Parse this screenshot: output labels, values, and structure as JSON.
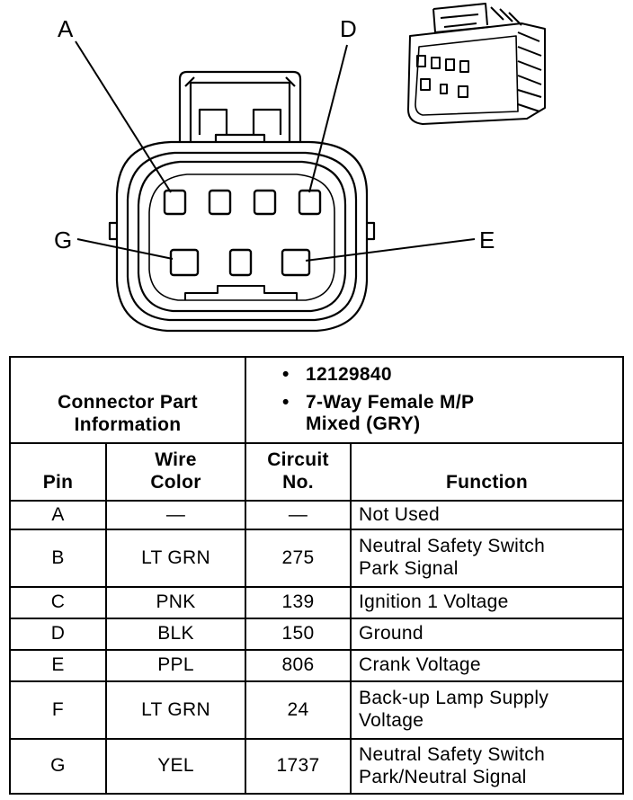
{
  "diagram": {
    "pin_labels": {
      "a": "A",
      "d": "D",
      "g": "G",
      "e": "E"
    }
  },
  "table": {
    "part_info_label": [
      "Connector Part",
      "Information"
    ],
    "part_info_items": [
      {
        "bullet": "•",
        "lines": [
          "12129840"
        ]
      },
      {
        "bullet": "•",
        "lines": [
          "7-Way Female M/P",
          "Mixed (GRY)"
        ]
      }
    ],
    "columns": {
      "pin": "Pin",
      "wire_color": [
        "Wire",
        "Color"
      ],
      "circuit": [
        "Circuit",
        "No."
      ],
      "function": "Function"
    },
    "rows": [
      {
        "pin": "A",
        "color": "—",
        "circuit": "—",
        "function": [
          "Not Used"
        ]
      },
      {
        "pin": "B",
        "color": "LT GRN",
        "circuit": "275",
        "function": [
          "Neutral Safety Switch",
          "Park Signal"
        ]
      },
      {
        "pin": "C",
        "color": "PNK",
        "circuit": "139",
        "function": [
          "Ignition 1 Voltage"
        ]
      },
      {
        "pin": "D",
        "color": "BLK",
        "circuit": "150",
        "function": [
          "Ground"
        ]
      },
      {
        "pin": "E",
        "color": "PPL",
        "circuit": "806",
        "function": [
          "Crank Voltage"
        ]
      },
      {
        "pin": "F",
        "color": "LT GRN",
        "circuit": "24",
        "function": [
          "Back-up Lamp Supply",
          "Voltage"
        ]
      },
      {
        "pin": "G",
        "color": "YEL",
        "circuit": "1737",
        "function": [
          "Neutral Safety Switch",
          "Park/Neutral Signal"
        ]
      }
    ]
  }
}
